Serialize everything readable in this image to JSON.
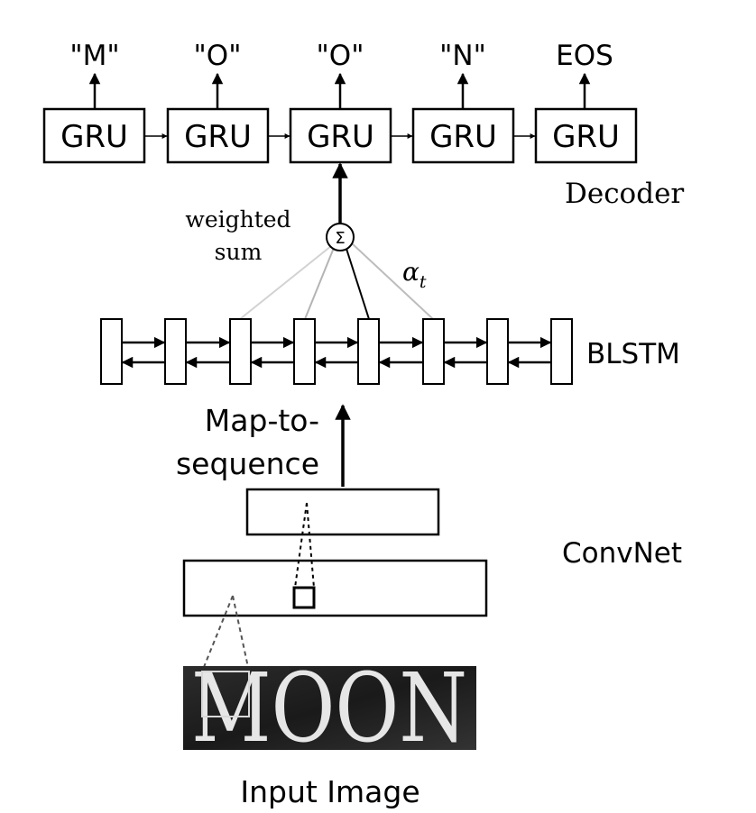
{
  "decoder": {
    "outputs": [
      "\"M\"",
      "\"O\"",
      "\"O\"",
      "\"N\"",
      "EOS"
    ],
    "cells": [
      "GRU",
      "GRU",
      "GRU",
      "GRU",
      "GRU"
    ],
    "label": "Decoder"
  },
  "attention": {
    "sum_symbol": "Σ",
    "weighted_label_line1": "weighted",
    "weighted_label_line2": "sum",
    "alpha_base": "α",
    "alpha_sub": "t"
  },
  "blstm": {
    "label": "BLSTM",
    "cell_count": 8
  },
  "map_to_sequence": {
    "line1": "Map-to-",
    "line2": "sequence"
  },
  "convnet": {
    "label": "ConvNet"
  },
  "input": {
    "word": "MOON",
    "label": "Input Image"
  }
}
